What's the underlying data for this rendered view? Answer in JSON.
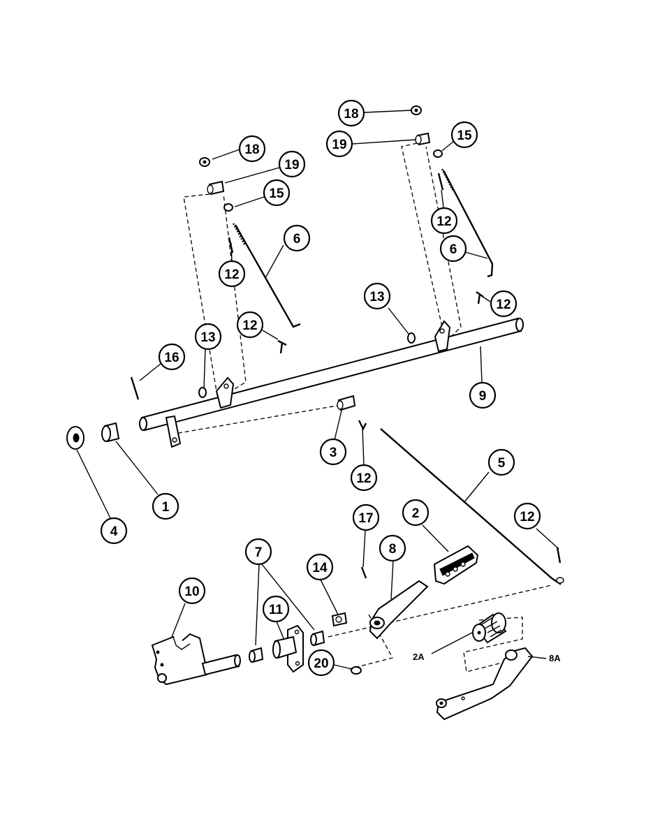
{
  "callouts": {
    "c18a": "18",
    "c19a": "19",
    "c15a": "15",
    "c12a": "12",
    "c6a": "6",
    "c12b": "12",
    "c13a": "13",
    "c16": "16",
    "c18b": "18",
    "c19b": "19",
    "c15b": "15",
    "c12c": "12",
    "c6b": "6",
    "c12d": "12",
    "c13b": "13",
    "c9": "9",
    "c3": "3",
    "c12e": "12",
    "c5": "5",
    "c12f": "12",
    "c1": "1",
    "c4": "4",
    "c17": "17",
    "c2": "2",
    "c8": "8",
    "c14": "14",
    "c7": "7",
    "c11": "11",
    "c10": "10",
    "c20": "20"
  },
  "text_labels": {
    "l2a": "2A",
    "l8a": "8A"
  }
}
